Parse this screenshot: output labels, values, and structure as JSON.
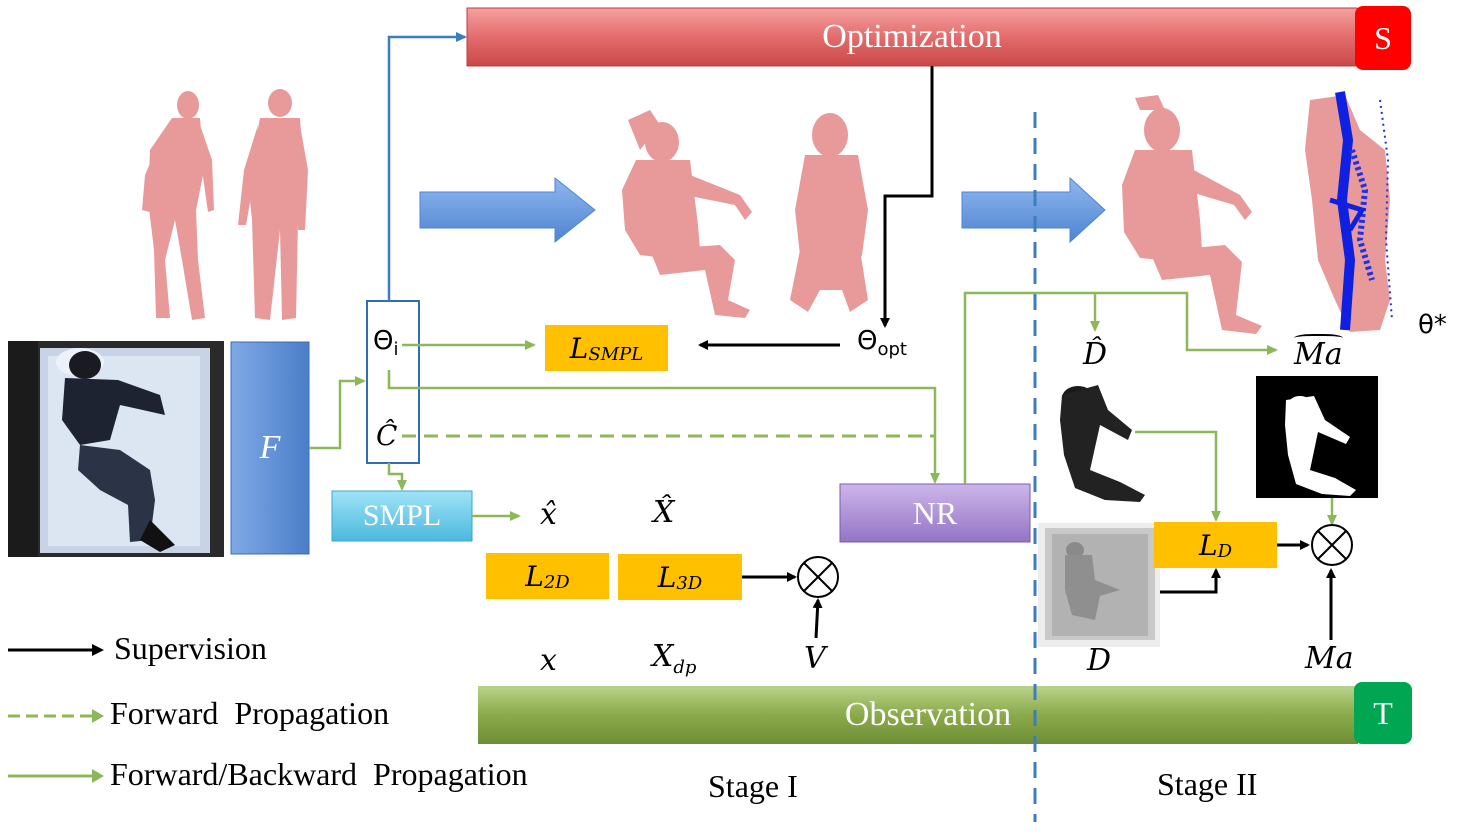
{
  "blocks": {
    "optimization": "Optimization",
    "optimization_badge": "S",
    "observation": "Observation",
    "observation_badge": "T",
    "f_block": "F",
    "smpl_block": "SMPL",
    "nr_block": "NR"
  },
  "symbols": {
    "theta_i": "Θ",
    "theta_i_sub": "i",
    "c_hat": "Ĉ",
    "theta_opt": "Θ",
    "theta_opt_sub": "opt",
    "theta_star": "θ*",
    "x_hat": "x̂",
    "X_hat": "X̂",
    "x": "x",
    "X_dp": "X",
    "X_dp_sub": "dp",
    "V": "V",
    "D_hat": "D̂",
    "Ma_hat": "Ma",
    "D": "D",
    "Ma": "Ma",
    "otimes": "⊗"
  },
  "losses": {
    "smpl": {
      "main": "L",
      "sub": "SMPL"
    },
    "l2d": {
      "main": "L",
      "sub": "2D"
    },
    "l3d": {
      "main": "L",
      "sub": "3D"
    },
    "ld": {
      "main": "L",
      "sub": "D"
    }
  },
  "legend": {
    "supervision": "Supervision",
    "forward": "Forward  Propagation",
    "forward_backward": "Forward/Backward  Propagation"
  },
  "stages": {
    "stage1": "Stage I",
    "stage2": "Stage II"
  },
  "colors": {
    "optimization_red": "#E46C6C",
    "badge_red": "#FF0000",
    "observation_green": "#8AAA4A",
    "badge_green": "#00A651",
    "f_blue": "#5B8ED6",
    "smpl_cyan": "#5BC8E8",
    "nr_purple": "#A88BD0",
    "loss_yellow": "#FFC000",
    "arrow_green": "#8DB85A",
    "arrow_blue": "#3E7CC0",
    "body_pink": "#E89A9A"
  }
}
